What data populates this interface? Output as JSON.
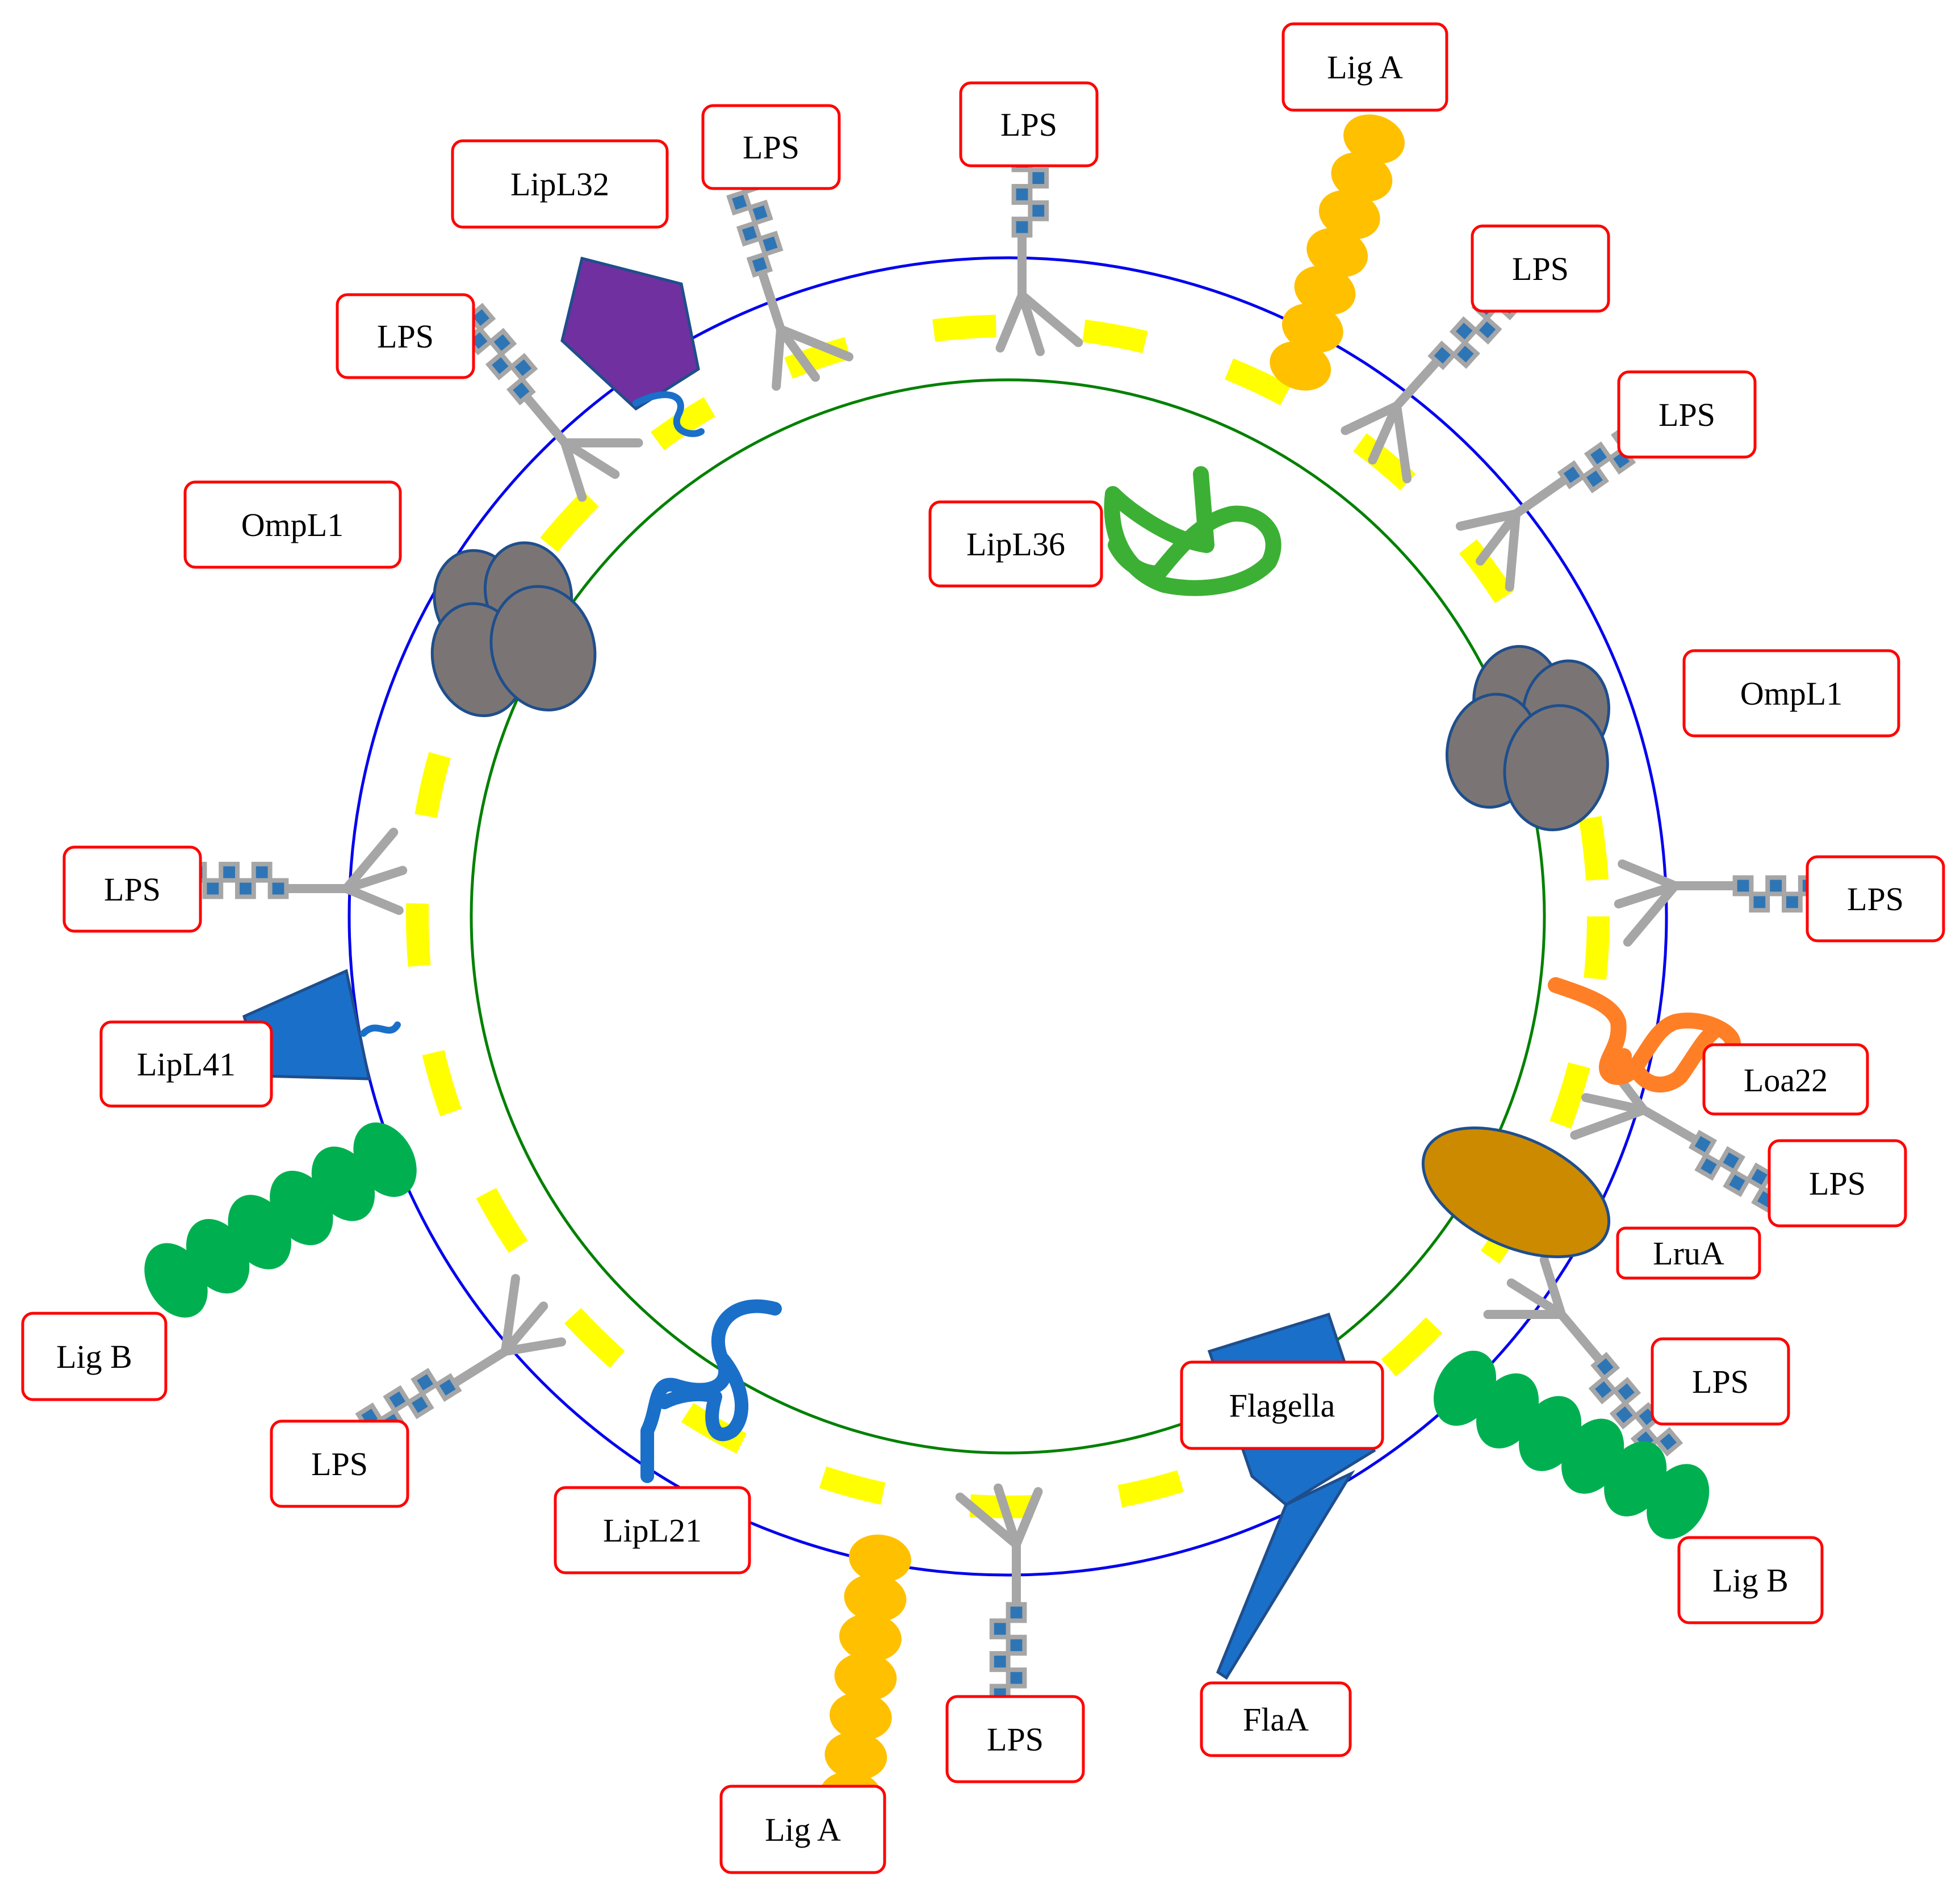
{
  "labels": {
    "lig_a_top": "Lig A",
    "lps_1": "LPS",
    "lps_2": "LPS",
    "lps_3": "LPS",
    "lps_4": "LPS",
    "lps_5": "LPS",
    "lps_6": "LPS",
    "lps_7": "LPS",
    "lps_8": "LPS",
    "lps_9": "LPS",
    "lps_10": "LPS",
    "lps_11": "LPS",
    "lipl32": "LipL32",
    "lipl36": "LipL36",
    "ompl1_left": "OmpL1",
    "ompl1_right": "OmpL1",
    "lipl41": "LipL41",
    "loa22": "Loa22",
    "lrua": "LruA",
    "lig_b_left": "Lig B",
    "lig_b_right": "Lig B",
    "lipl21": "LipL21",
    "flagella": "Flagella",
    "flaa": "FlaA",
    "lig_a_bottom": "Lig A"
  },
  "colors": {
    "outer_membrane": "#0000ee",
    "inner_membrane": "#008000",
    "periplasm_dashes": "#ffff00",
    "label_border": "#ff0000",
    "ompl1": "#7a7574",
    "protein_outline": "#1f4e8c",
    "lipl32": "#7030a0",
    "lipl36": "#3cb034",
    "lig_a": "#ffc000",
    "lig_b": "#00b050",
    "blue_protein": "#1a6fc9",
    "loa22": "#ff7f27",
    "lrua": "#cc8a00",
    "lps_stem": "#a6a6a6",
    "lps_bead": "#2e75b6"
  },
  "icons": [
    "lps-icon",
    "ompl1-porin-icon",
    "lipl32-pentagon-icon",
    "lipl36-coil-icon",
    "lig-a-domain-chain-icon",
    "lig-b-domain-chain-icon",
    "lipl41-icon",
    "lipl21-icon",
    "loa22-coil-icon",
    "lrua-ellipse-icon",
    "flagella-icon"
  ]
}
